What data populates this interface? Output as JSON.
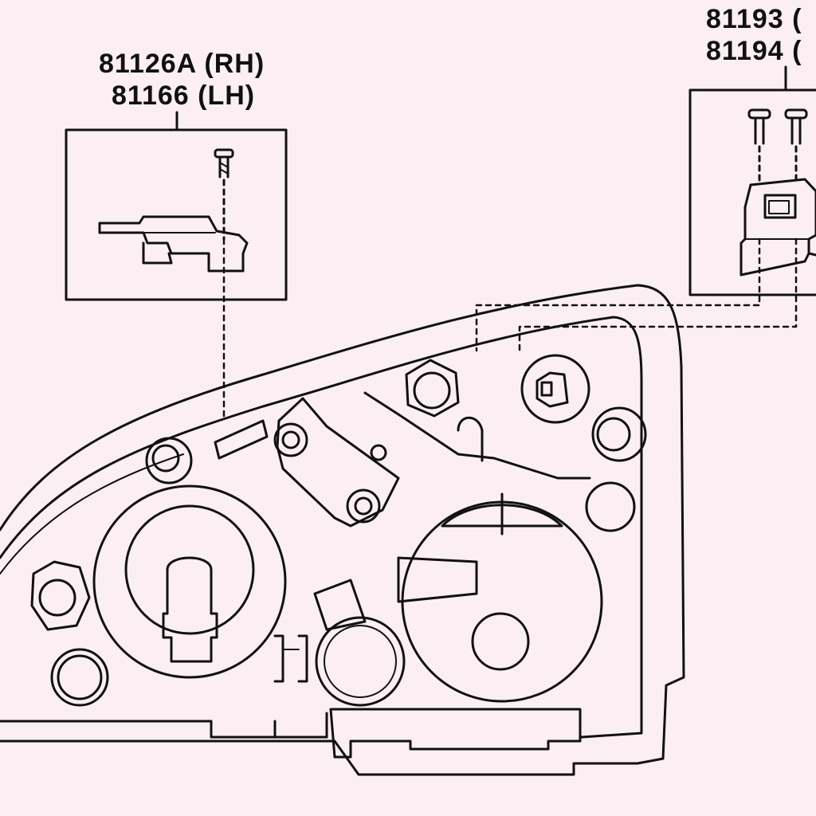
{
  "callouts": {
    "left": {
      "line1": "81126A (RH)",
      "line2": "81166 (LH)"
    },
    "right": {
      "line1": "81193 (",
      "line2": "81194 ("
    }
  },
  "colors": {
    "background": "#fbeff3",
    "ink": "#111111"
  }
}
